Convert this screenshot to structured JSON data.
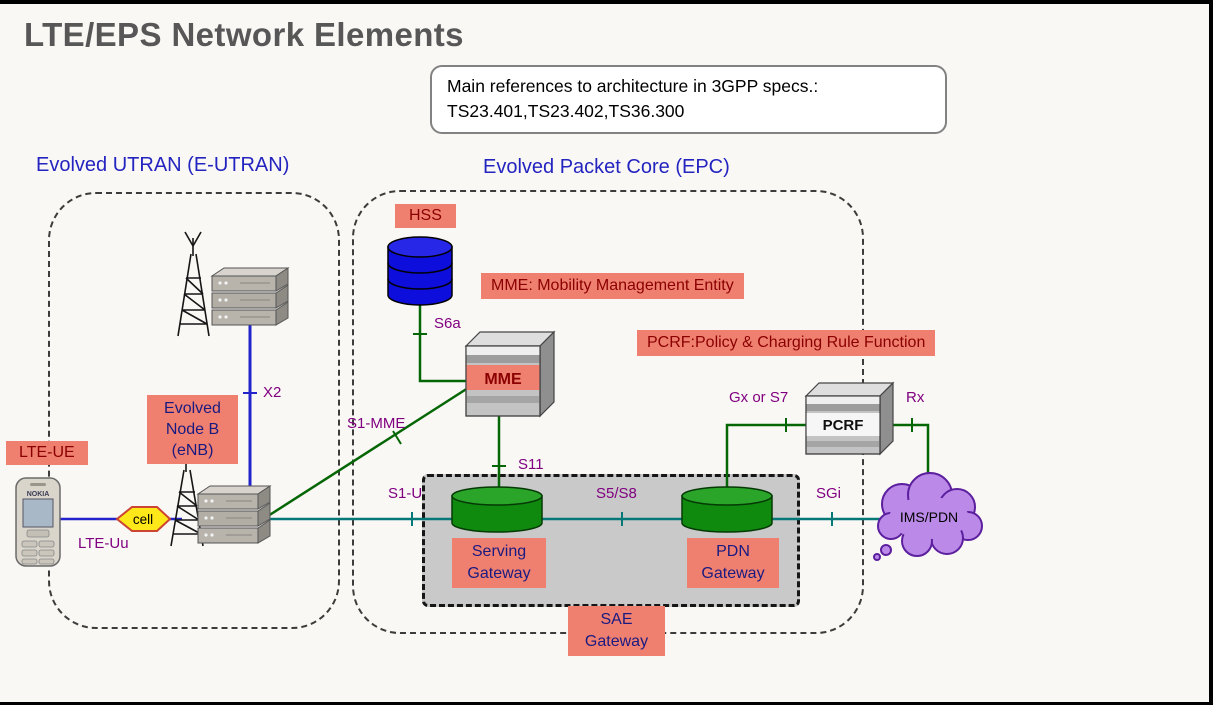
{
  "title": "LTE/EPS Network Elements",
  "reference_note": {
    "line1": "Main references to architecture in 3GPP specs.:",
    "line2": "TS23.401,TS23.402,TS36.300"
  },
  "regions": {
    "eutran_label": "Evolved UTRAN (E-UTRAN)",
    "epc_label": "Evolved Packet Core (EPC)"
  },
  "nodes": {
    "hss": "HSS",
    "mme": "MME",
    "pcrf": "PCRF",
    "enb_lines": [
      "Evolved",
      "Node B",
      "(eNB)"
    ],
    "lte_ue": "LTE-UE",
    "serving_gateway_lines": [
      "Serving",
      "Gateway"
    ],
    "pdn_gateway_lines": [
      "PDN",
      "Gateway"
    ],
    "sae_gateway_lines": [
      "SAE",
      "Gateway"
    ],
    "ims_pdn": "IMS/PDN",
    "cell": "cell",
    "phone_brand": "NOKIA"
  },
  "annotations": {
    "mme_description": "MME: Mobility Management Entity",
    "pcrf_description": "PCRF:Policy & Charging Rule Function"
  },
  "interfaces": {
    "s6a": "S6a",
    "x2": "X2",
    "s1_mme": "S1-MME",
    "s11": "S11",
    "s1_u": "S1-U",
    "s5_s8": "S5/S8",
    "gx_or_s7": "Gx or S7",
    "sgi": "SGi",
    "rx": "Rx",
    "lte_uu": "LTE-Uu"
  },
  "colors": {
    "label_background": "#ef8070",
    "region_label_text": "#2424c0",
    "interface_label_text": "#800080",
    "maroon_text": "#8b0000",
    "navy_text": "#1a1a80",
    "title_text": "#575757",
    "hss_cylinder": "#0d0ddc",
    "gateway_cylinder": "#0f8a0f",
    "cloud_fill": "#bb8ae8",
    "green_line": "#056605",
    "teal_line": "#067878",
    "blue_line": "#2323cc"
  }
}
